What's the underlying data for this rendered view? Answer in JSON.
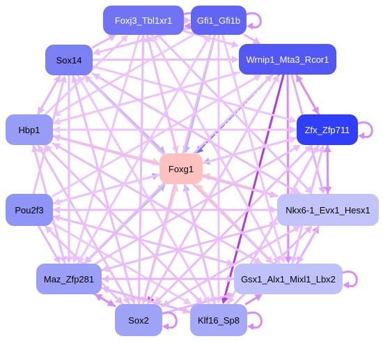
{
  "nodes": [
    {
      "id": "foxg1",
      "label": "Foxg1",
      "fill": "#ffc0c0",
      "text": "#000000"
    },
    {
      "id": "foxj3",
      "label": "Foxj3_Tbl1xr1",
      "fill": "#6f73f4",
      "text": "#ffffff"
    },
    {
      "id": "gfi1",
      "label": "Gfi1_Gfi1b",
      "fill": "#6165f7",
      "text": "#ffffff"
    },
    {
      "id": "wrnip1",
      "label": "Wrnip1_Mta3_Rcor1",
      "fill": "#5357f6",
      "text": "#ffffff"
    },
    {
      "id": "sox14",
      "label": "Sox14",
      "fill": "#7b80f3",
      "text": "#000000"
    },
    {
      "id": "zfx",
      "label": "Zfx_Zfp711",
      "fill": "#2f3ef8",
      "text": "#ffffff"
    },
    {
      "id": "hbp1",
      "label": "Hbp1",
      "fill": "#979cf6",
      "text": "#000000"
    },
    {
      "id": "nkx61",
      "label": "Nkx6-1_Evx1_Hesx1",
      "fill": "#c2c4f9",
      "text": "#000000"
    },
    {
      "id": "pou2f3",
      "label": "Pou2f3",
      "fill": "#8f94f7",
      "text": "#000000"
    },
    {
      "id": "maz",
      "label": "Maz_Zfp281",
      "fill": "#9ba0f6",
      "text": "#000000"
    },
    {
      "id": "gsx1",
      "label": "Gsx1_Alx1_Mixl1_Lbx2",
      "fill": "#bfc2f9",
      "text": "#000000"
    },
    {
      "id": "sox2",
      "label": "Sox2",
      "fill": "#9ea3f6",
      "text": "#000000"
    },
    {
      "id": "klf16",
      "label": "Klf16_Sp8",
      "fill": "#a5a9f7",
      "text": "#000000"
    }
  ],
  "edges": [
    {
      "from": "wrnip1",
      "to": "foxg1",
      "color": "#6a6ff0",
      "style": "dashdot"
    },
    {
      "from": "zfx",
      "to": "foxg1",
      "color": "#a9b2f2"
    },
    {
      "from": "foxj3",
      "to": "foxg1",
      "color": "#ffc8b8"
    },
    {
      "from": "gfi1",
      "to": "foxg1",
      "color": "#b7b9f6"
    },
    {
      "from": "sox14",
      "to": "foxg1",
      "color": "#b6b9f2"
    },
    {
      "from": "hbp1",
      "to": "foxg1",
      "color": "#ffc8b8"
    },
    {
      "from": "pou2f3",
      "to": "foxg1",
      "color": "#aab3f3"
    },
    {
      "from": "maz",
      "to": "foxg1",
      "color": "#b3b8f3"
    },
    {
      "from": "sox2",
      "to": "foxg1",
      "color": "#ffcdb5"
    },
    {
      "from": "klf16",
      "to": "foxg1",
      "color": "#b7bbf6"
    },
    {
      "from": "gsx1",
      "to": "foxg1",
      "color": "#ffc8b8"
    },
    {
      "from": "nkx61",
      "to": "foxg1",
      "color": "#ffc8b8"
    },
    {
      "from": "wrnip1",
      "to": "sox2",
      "color": "#c040f0",
      "style": "dashdot"
    },
    {
      "from": "wrnip1",
      "to": "klf16",
      "color": "#b535ea"
    },
    {
      "from": "wrnip1",
      "to": "gsx1",
      "color": "#d88cf6"
    },
    {
      "from": "wrnip1",
      "to": "maz",
      "color": "#e4b5fb"
    },
    {
      "from": "wrnip1",
      "to": "nkx61",
      "color": "#e2b0fa"
    },
    {
      "from": "wrnip1",
      "to": "hbp1",
      "color": "#ebc5fc"
    },
    {
      "from": "wrnip1",
      "to": "zfx",
      "color": "#d890f7"
    },
    {
      "from": "zfx",
      "to": "wrnip1",
      "color": "#d890f7"
    },
    {
      "from": "foxj3",
      "to": "gsx1",
      "color": "#e4b5fb"
    },
    {
      "from": "foxj3",
      "to": "nkx61",
      "color": "#e8bdfb"
    },
    {
      "from": "foxj3",
      "to": "wrnip1",
      "color": "#e8bdfb"
    },
    {
      "from": "foxj3",
      "to": "gfi1",
      "color": "#e4b5fb"
    },
    {
      "from": "foxj3",
      "to": "sox2",
      "color": "#e8bdfb"
    },
    {
      "from": "foxj3",
      "to": "klf16",
      "color": "#e8bdfb"
    },
    {
      "from": "foxj3",
      "to": "maz",
      "color": "#ebc5fc"
    },
    {
      "from": "gfi1",
      "to": "wrnip1",
      "color": "#e4b5fb"
    },
    {
      "from": "gfi1",
      "to": "sox14",
      "color": "#e8bdfb"
    },
    {
      "from": "gfi1",
      "to": "sox2",
      "color": "#e8bdfb"
    },
    {
      "from": "gfi1",
      "to": "klf16",
      "color": "#ebc5fc"
    },
    {
      "from": "gfi1",
      "to": "hbp1",
      "color": "#ebc5fc"
    },
    {
      "from": "sox14",
      "to": "foxj3",
      "color": "#e4b5fb"
    },
    {
      "from": "sox14",
      "to": "wrnip1",
      "color": "#e8bdfb"
    },
    {
      "from": "sox14",
      "to": "zfx",
      "color": "#ebc5fc"
    },
    {
      "from": "sox14",
      "to": "nkx61",
      "color": "#e8bdfb"
    },
    {
      "from": "sox14",
      "to": "gsx1",
      "color": "#e8bdfb"
    },
    {
      "from": "sox14",
      "to": "klf16",
      "color": "#ebc5fc"
    },
    {
      "from": "sox14",
      "to": "sox2",
      "color": "#e4b5fb"
    },
    {
      "from": "sox14",
      "to": "maz",
      "color": "#e8bdfb"
    },
    {
      "from": "sox14",
      "to": "hbp1",
      "color": "#e4b5fb"
    },
    {
      "from": "hbp1",
      "to": "sox14",
      "color": "#e4b5fb"
    },
    {
      "from": "hbp1",
      "to": "wrnip1",
      "color": "#ebc5fc"
    },
    {
      "from": "hbp1",
      "to": "zfx",
      "color": "#e8bdfb"
    },
    {
      "from": "hbp1",
      "to": "nkx61",
      "color": "#e4b5fb"
    },
    {
      "from": "hbp1",
      "to": "gsx1",
      "color": "#e8bdfb"
    },
    {
      "from": "hbp1",
      "to": "sox2",
      "color": "#e8bdfb"
    },
    {
      "from": "hbp1",
      "to": "klf16",
      "color": "#ebc5fc"
    },
    {
      "from": "hbp1",
      "to": "maz",
      "color": "#e4b5fb"
    },
    {
      "from": "hbp1",
      "to": "foxj3",
      "color": "#ebc5fc"
    },
    {
      "from": "pou2f3",
      "to": "sox14",
      "color": "#e8bdfb"
    },
    {
      "from": "pou2f3",
      "to": "wrnip1",
      "color": "#ebc5fc"
    },
    {
      "from": "pou2f3",
      "to": "zfx",
      "color": "#ebc5fc"
    },
    {
      "from": "pou2f3",
      "to": "nkx61",
      "color": "#e8bdfb"
    },
    {
      "from": "pou2f3",
      "to": "gsx1",
      "color": "#e8bdfb"
    },
    {
      "from": "pou2f3",
      "to": "klf16",
      "color": "#ebc5fc"
    },
    {
      "from": "pou2f3",
      "to": "sox2",
      "color": "#e4b5fb"
    },
    {
      "from": "pou2f3",
      "to": "maz",
      "color": "#e4b5fb"
    },
    {
      "from": "maz",
      "to": "sox2",
      "color": "#d88cf6"
    },
    {
      "from": "maz",
      "to": "klf16",
      "color": "#e8bdfb"
    },
    {
      "from": "maz",
      "to": "gsx1",
      "color": "#e8bdfb"
    },
    {
      "from": "maz",
      "to": "nkx61",
      "color": "#e4b5fb"
    },
    {
      "from": "maz",
      "to": "zfx",
      "color": "#e8bdfb"
    },
    {
      "from": "maz",
      "to": "wrnip1",
      "color": "#e8bdfb"
    },
    {
      "from": "maz",
      "to": "gfi1",
      "color": "#ebc5fc"
    },
    {
      "from": "maz",
      "to": "hbp1",
      "color": "#e8bdfb"
    },
    {
      "from": "sox2",
      "to": "maz",
      "color": "#d88cf6"
    },
    {
      "from": "sox2",
      "to": "gsx1",
      "color": "#e4b5fb"
    },
    {
      "from": "sox2",
      "to": "nkx61",
      "color": "#e8bdfb"
    },
    {
      "from": "sox2",
      "to": "zfx",
      "color": "#e8bdfb"
    },
    {
      "from": "sox2",
      "to": "wrnip1",
      "color": "#e8bdfb"
    },
    {
      "from": "sox2",
      "to": "foxj3",
      "color": "#e8bdfb"
    },
    {
      "from": "sox2",
      "to": "sox14",
      "color": "#e8bdfb"
    },
    {
      "from": "sox2",
      "to": "hbp1",
      "color": "#e8bdfb"
    },
    {
      "from": "sox2",
      "to": "pou2f3",
      "color": "#e8bdfb"
    },
    {
      "from": "klf16",
      "to": "gsx1",
      "color": "#d88cf6"
    },
    {
      "from": "klf16",
      "to": "nkx61",
      "color": "#e4b5fb"
    },
    {
      "from": "klf16",
      "to": "zfx",
      "color": "#e8bdfb"
    },
    {
      "from": "klf16",
      "to": "foxj3",
      "color": "#e8bdfb"
    },
    {
      "from": "klf16",
      "to": "sox14",
      "color": "#ebc5fc"
    },
    {
      "from": "klf16",
      "to": "hbp1",
      "color": "#e8bdfb"
    },
    {
      "from": "klf16",
      "to": "maz",
      "color": "#e4b5fb"
    },
    {
      "from": "gsx1",
      "to": "nkx61",
      "color": "#d88cf6"
    },
    {
      "from": "gsx1",
      "to": "zfx",
      "color": "#e8bdfb"
    },
    {
      "from": "gsx1",
      "to": "sox14",
      "color": "#e8bdfb"
    },
    {
      "from": "gsx1",
      "to": "hbp1",
      "color": "#e8bdfb"
    },
    {
      "from": "gsx1",
      "to": "pou2f3",
      "color": "#e8bdfb"
    },
    {
      "from": "gsx1",
      "to": "maz",
      "color": "#e4b5fb"
    },
    {
      "from": "gsx1",
      "to": "foxj3",
      "color": "#ebc5fc"
    },
    {
      "from": "nkx61",
      "to": "zfx",
      "color": "#d88cf6"
    },
    {
      "from": "zfx",
      "to": "nkx61",
      "color": "#d88cf6"
    },
    {
      "from": "nkx61",
      "to": "hbp1",
      "color": "#e8bdfb"
    },
    {
      "from": "nkx61",
      "to": "pou2f3",
      "color": "#e8bdfb"
    },
    {
      "from": "nkx61",
      "to": "sox14",
      "color": "#e8bdfb"
    },
    {
      "from": "nkx61",
      "to": "gsx1",
      "color": "#e4b5fb"
    },
    {
      "from": "nkx61",
      "to": "sox2",
      "color": "#e8bdfb"
    },
    {
      "from": "nkx61",
      "to": "maz",
      "color": "#e8bdfb"
    },
    {
      "from": "zfx",
      "to": "hbp1",
      "color": "#ebc5fc"
    },
    {
      "from": "zfx",
      "to": "sox2",
      "color": "#e8bdfb"
    },
    {
      "from": "zfx",
      "to": "gsx1",
      "color": "#e8bdfb"
    },
    {
      "from": "zfx",
      "to": "klf16",
      "color": "#e8bdfb"
    },
    {
      "from": "zfx",
      "to": "pou2f3",
      "color": "#ebc5fc"
    },
    {
      "from": "gfi1",
      "to": "gsx1",
      "color": "#ebc5fc"
    },
    {
      "from": "gfi1",
      "to": "maz",
      "color": "#ebc5fc"
    }
  ],
  "self_loops": [
    "foxj3",
    "gfi1",
    "zfx",
    "gsx1",
    "sox2",
    "klf16"
  ]
}
